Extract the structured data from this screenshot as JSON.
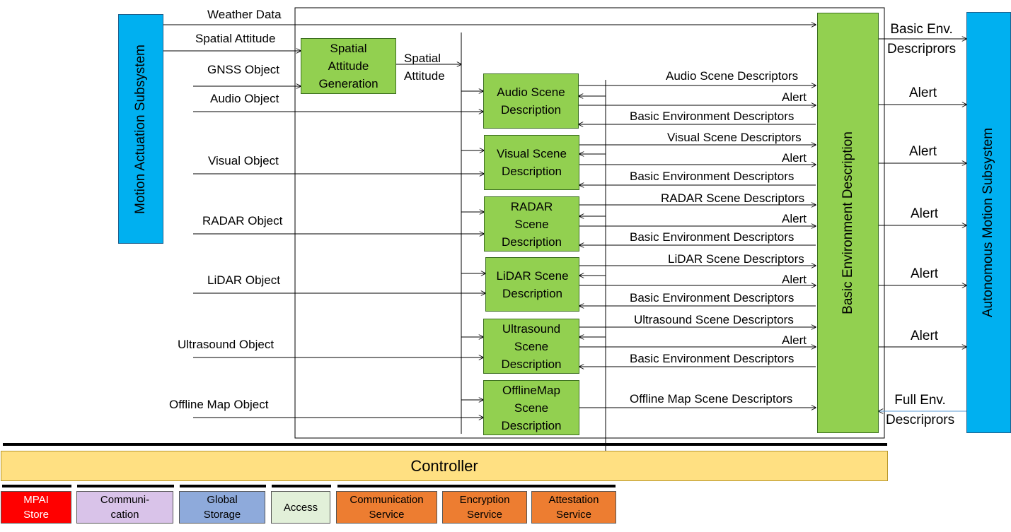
{
  "left_panel": {
    "label": "Motion Actuation  Subsystem"
  },
  "right_panel": {
    "label": "Autonomous  Motion Subsystem"
  },
  "bed": {
    "label": "Basic Environment  Description"
  },
  "spatial_box": {
    "label": "Spatial\nAttitude\nGeneration"
  },
  "inputs": {
    "weather": "Weather Data",
    "spatial_attitude": "Spatial Attitude",
    "gnss": "GNSS Object",
    "audio": "Audio Object",
    "visual": "Visual Object",
    "radar": "RADAR Object",
    "lidar": "LiDAR Object",
    "ultrasound": "Ultrasound Object",
    "offline_map": "Offline Map Object"
  },
  "spatial_out": "Spatial\nAttitude",
  "scene_boxes": {
    "audio": "Audio Scene\nDescription",
    "visual": "Visual Scene\nDescription",
    "radar": "RADAR\nScene\nDescription",
    "lidar": "LiDAR Scene\nDescription",
    "ultrasound": "Ultrasound\nScene\nDescription",
    "offline_map": "OfflineMap\nScene\nDescription"
  },
  "mid_labels": {
    "audio_scene": "Audio Scene Descriptors",
    "visual_scene": "Visual Scene Descriptors",
    "radar_scene": "RADAR Scene Descriptors",
    "lidar_scene": "LiDAR Scene Descriptors",
    "ultrasound_scene": "Ultrasound Scene Descriptors",
    "offline_scene": "Offline Map Scene Descriptors",
    "alert": "Alert",
    "bed_desc": "Basic Environment Descriptors"
  },
  "right_labels": {
    "basic_env": "Basic Env.\nDescriprors",
    "alert": "Alert",
    "full_env": "Full Env.\nDescriprors"
  },
  "controller": {
    "label": "Controller"
  },
  "services": [
    {
      "label": "MPAI\nStore",
      "color": "#ff0000",
      "text_color": "#ffffff"
    },
    {
      "label": "Communi-\ncation",
      "color": "#d9c3e9",
      "text_color": "#000000"
    },
    {
      "label": "Global\nStorage",
      "color": "#8eaadb",
      "text_color": "#000000"
    },
    {
      "label": "Access",
      "color": "#e2f0d9",
      "text_color": "#000000"
    },
    {
      "label": "Communication\nService",
      "color": "#ed7d31",
      "text_color": "#000000"
    },
    {
      "label": "Encryption\nService",
      "color": "#ed7d31",
      "text_color": "#000000"
    },
    {
      "label": "Attestation\nService",
      "color": "#ed7d31",
      "text_color": "#000000"
    }
  ]
}
